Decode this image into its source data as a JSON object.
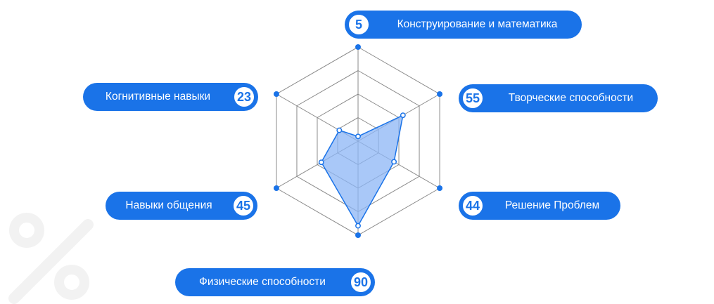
{
  "colors": {
    "accent": "#1a73e8",
    "fill": "#8cb6f5",
    "grid": "#8a8a8a",
    "deco": "#f2f2f2"
  },
  "chart_data": {
    "type": "radar",
    "title": "",
    "axes": [
      {
        "label": "Конструирование и математика",
        "value": 5
      },
      {
        "label": "Творческие способности",
        "value": 55
      },
      {
        "label": "Решение Проблем",
        "value": 44
      },
      {
        "label": "Физические способности",
        "value": 90
      },
      {
        "label": "Навыки общения",
        "value": 45
      },
      {
        "label": "Когнитивные навыки",
        "value": 23
      }
    ],
    "range": [
      0,
      100
    ],
    "rings": 4,
    "grid": true
  },
  "labels": {
    "a0": {
      "num": "5",
      "text": "Конструирование и математика"
    },
    "a1": {
      "num": "55",
      "text": "Творческие способности"
    },
    "a2": {
      "num": "44",
      "text": "Решение Проблем"
    },
    "a3": {
      "num": "90",
      "text": "Физические способности"
    },
    "a4": {
      "num": "45",
      "text": "Навыки общения"
    },
    "a5": {
      "num": "23",
      "text": "Когнитивные навыки"
    }
  }
}
